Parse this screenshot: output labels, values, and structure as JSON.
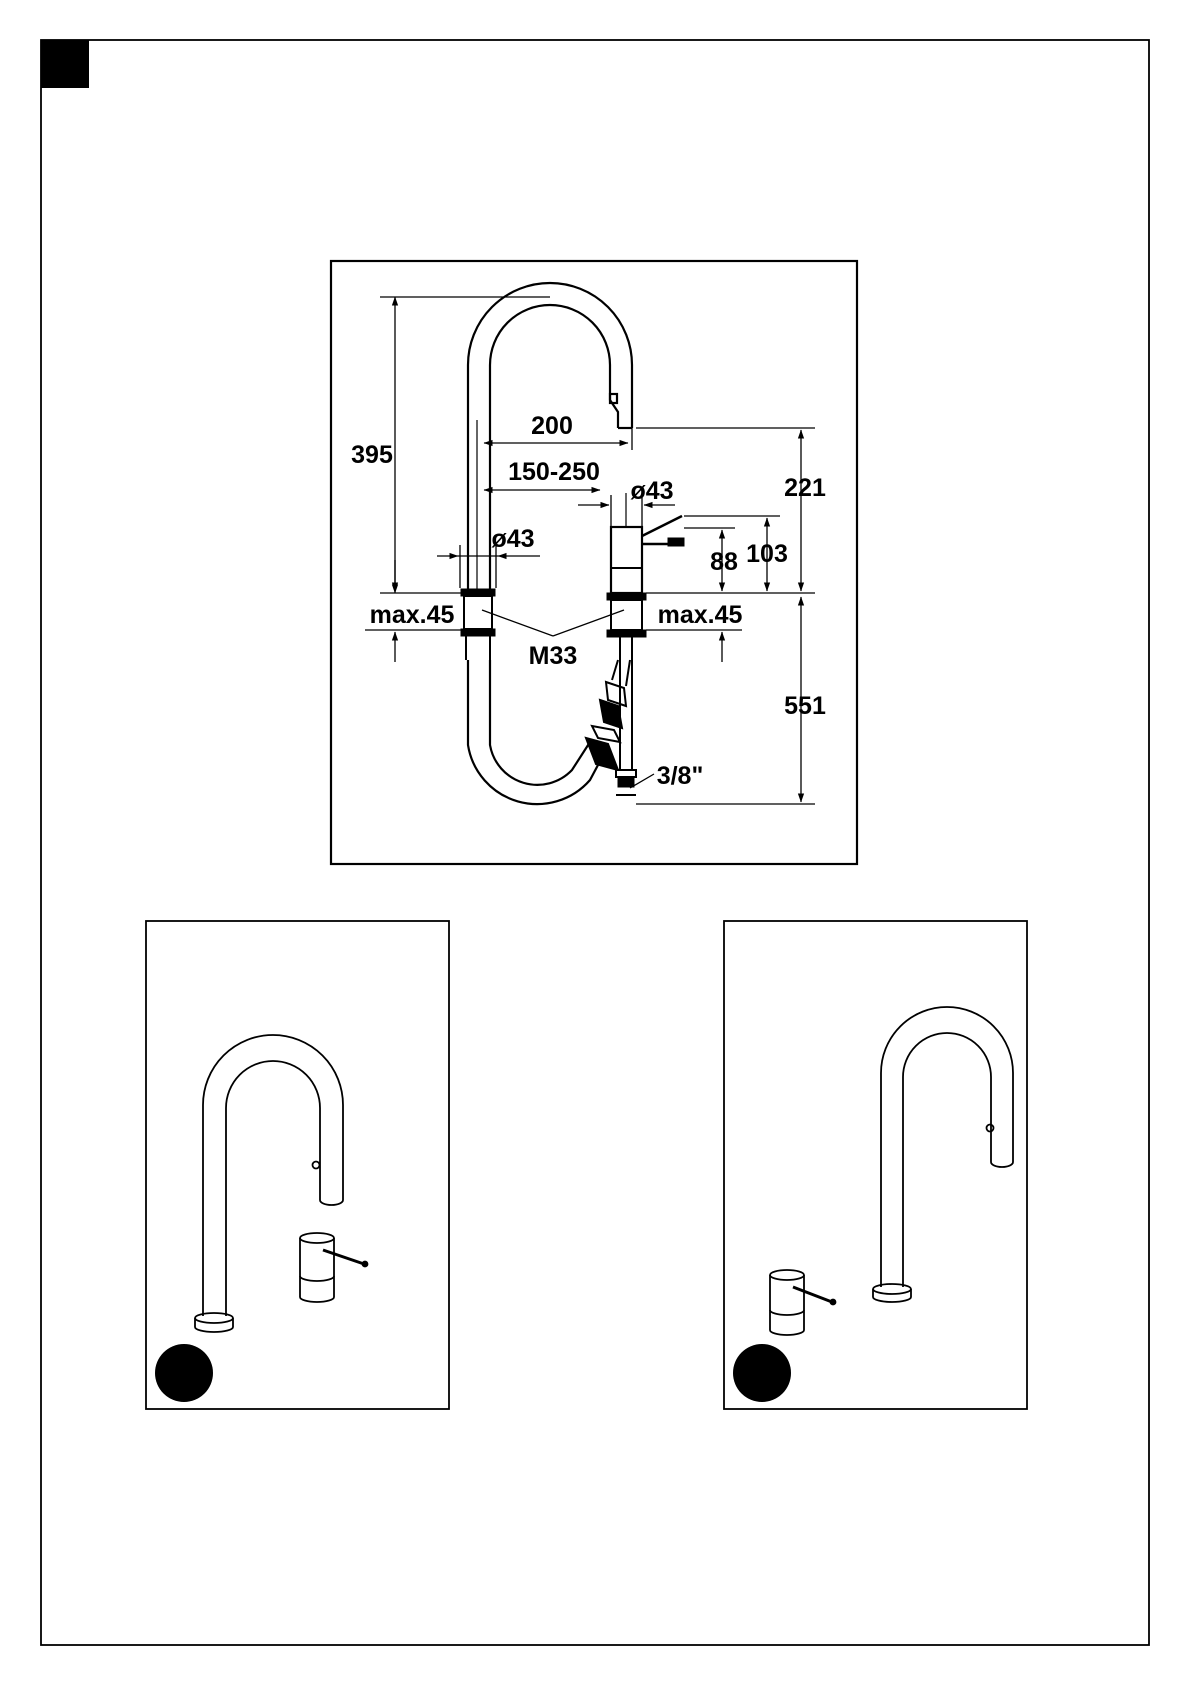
{
  "colors": {
    "ink": "#000000",
    "paper": "#ffffff"
  },
  "icons": [
    "corner-marker",
    "variant-marker-a",
    "variant-marker-b"
  ],
  "dimensions": {
    "total_height": "395",
    "spout_reach": "200",
    "reach_range": "150-250",
    "spout_diameter": "ø43",
    "mixer_diameter": "ø43",
    "outlet_height": "221",
    "lever_height_88": "88",
    "lever_height_103": "103",
    "deck_thickness_left": "max.45",
    "deck_thickness_right": "max.45",
    "thread": "M33",
    "hose_length": "551",
    "connection": "3/8\""
  }
}
